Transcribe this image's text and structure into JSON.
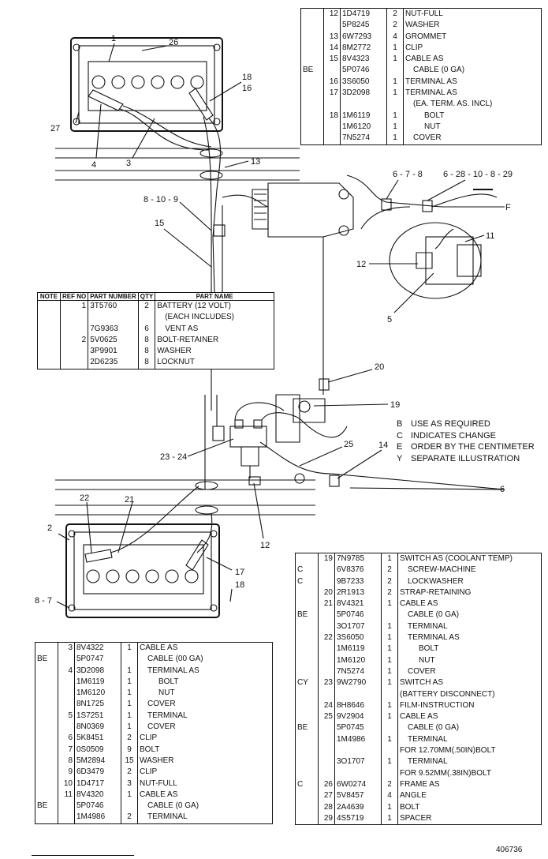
{
  "tables": {
    "header": {
      "note": "NOTE",
      "ref_no": "REF NO",
      "part_number": "PART NUMBER",
      "qty": "QTY",
      "part_name": "PART NAME"
    },
    "top_right": [
      {
        "note": "",
        "ref": "12",
        "part": "1D4719",
        "qty": "2",
        "name": "NUT-FULL",
        "indent": 0
      },
      {
        "note": "",
        "ref": "",
        "part": "5P8245",
        "qty": "2",
        "name": "WASHER",
        "indent": 0
      },
      {
        "note": "",
        "ref": "13",
        "part": "6W7293",
        "qty": "4",
        "name": "GROMMET",
        "indent": 0
      },
      {
        "note": "",
        "ref": "14",
        "part": "8M2772",
        "qty": "1",
        "name": "CLIP",
        "indent": 0
      },
      {
        "note": "",
        "ref": "15",
        "part": "8V4323",
        "qty": "1",
        "name": "CABLE AS",
        "indent": 0
      },
      {
        "note": "BE",
        "ref": "",
        "part": "5P0746",
        "qty": "",
        "name": "CABLE (0 GA)",
        "indent": 1
      },
      {
        "note": "",
        "ref": "16",
        "part": "3S6050",
        "qty": "1",
        "name": "TERMINAL AS",
        "indent": 0
      },
      {
        "note": "",
        "ref": "17",
        "part": "3D2098",
        "qty": "1",
        "name": "TERMINAL AS",
        "indent": 0
      },
      {
        "note": "",
        "ref": "",
        "part": "",
        "qty": "",
        "name": "(EA. TERM. AS. INCL)",
        "indent": 1
      },
      {
        "note": "",
        "ref": "18",
        "part": "1M6119",
        "qty": "1",
        "name": "BOLT",
        "indent": 2
      },
      {
        "note": "",
        "ref": "",
        "part": "1M6120",
        "qty": "1",
        "name": "NUT",
        "indent": 2
      },
      {
        "note": "",
        "ref": "",
        "part": "7N5274",
        "qty": "1",
        "name": "COVER",
        "indent": 1
      }
    ],
    "middle_left": [
      {
        "note": "",
        "ref": "1",
        "part": "3T5760",
        "qty": "2",
        "name": "BATTERY (12 VOLT)",
        "indent": 0
      },
      {
        "note": "",
        "ref": "",
        "part": "",
        "qty": "",
        "name": "(EACH INCLUDES)",
        "indent": 1
      },
      {
        "note": "",
        "ref": "",
        "part": "7G9363",
        "qty": "6",
        "name": "VENT AS",
        "indent": 1
      },
      {
        "note": "",
        "ref": "2",
        "part": "5V0625",
        "qty": "8",
        "name": "BOLT-RETAINER",
        "indent": 0
      },
      {
        "note": "",
        "ref": "",
        "part": "3P9901",
        "qty": "8",
        "name": "WASHER",
        "indent": 0
      },
      {
        "note": "",
        "ref": "",
        "part": "2D6235",
        "qty": "8",
        "name": "LOCKNUT",
        "indent": 0
      }
    ],
    "bottom_left": [
      {
        "note": "",
        "ref": "3",
        "part": "8V4322",
        "qty": "1",
        "name": "CABLE AS",
        "indent": 0
      },
      {
        "note": "BE",
        "ref": "",
        "part": "5P0747",
        "qty": "",
        "name": "CABLE (00 GA)",
        "indent": 1
      },
      {
        "note": "",
        "ref": "4",
        "part": "3D2098",
        "qty": "1",
        "name": "TERMINAL AS",
        "indent": 1
      },
      {
        "note": "",
        "ref": "",
        "part": "1M6119",
        "qty": "1",
        "name": "BOLT",
        "indent": 2
      },
      {
        "note": "",
        "ref": "",
        "part": "1M6120",
        "qty": "1",
        "name": "NUT",
        "indent": 2
      },
      {
        "note": "",
        "ref": "",
        "part": "8N1725",
        "qty": "1",
        "name": "COVER",
        "indent": 1
      },
      {
        "note": "",
        "ref": "5",
        "part": "1S7251",
        "qty": "1",
        "name": "TERMINAL",
        "indent": 1
      },
      {
        "note": "",
        "ref": "",
        "part": "8N0369",
        "qty": "1",
        "name": "COVER",
        "indent": 1
      },
      {
        "note": "",
        "ref": "6",
        "part": "5K8451",
        "qty": "2",
        "name": "CLIP",
        "indent": 0
      },
      {
        "note": "",
        "ref": "7",
        "part": "0S0509",
        "qty": "9",
        "name": "BOLT",
        "indent": 0
      },
      {
        "note": "",
        "ref": "8",
        "part": "5M2894",
        "qty": "15",
        "name": "WASHER",
        "indent": 0
      },
      {
        "note": "",
        "ref": "9",
        "part": "6D3479",
        "qty": "2",
        "name": "CLIP",
        "indent": 0
      },
      {
        "note": "",
        "ref": "10",
        "part": "1D4717",
        "qty": "3",
        "name": "NUT-FULL",
        "indent": 0
      },
      {
        "note": "",
        "ref": "11",
        "part": "8V4320",
        "qty": "1",
        "name": "CABLE AS",
        "indent": 0
      },
      {
        "note": "BE",
        "ref": "",
        "part": "5P0746",
        "qty": "",
        "name": "CABLE (0 GA)",
        "indent": 1
      },
      {
        "note": "",
        "ref": "",
        "part": "1M4986",
        "qty": "2",
        "name": "TERMINAL",
        "indent": 1
      }
    ],
    "bottom_right": [
      {
        "note": "",
        "ref": "19",
        "part": "7N9785",
        "qty": "1",
        "name": "SWITCH AS (COOLANT TEMP)",
        "indent": 0
      },
      {
        "note": "C",
        "ref": "",
        "part": "6V8376",
        "qty": "2",
        "name": "SCREW-MACHINE",
        "indent": 1
      },
      {
        "note": "C",
        "ref": "",
        "part": "9B7233",
        "qty": "2",
        "name": "LOCKWASHER",
        "indent": 1
      },
      {
        "note": "",
        "ref": "20",
        "part": "2R1913",
        "qty": "2",
        "name": "STRAP-RETAINING",
        "indent": 0
      },
      {
        "note": "",
        "ref": "21",
        "part": "8V4321",
        "qty": "1",
        "name": "CABLE AS",
        "indent": 0
      },
      {
        "note": "BE",
        "ref": "",
        "part": "5P0746",
        "qty": "",
        "name": "CABLE (0 GA)",
        "indent": 1
      },
      {
        "note": "",
        "ref": "",
        "part": "3O1707",
        "qty": "1",
        "name": "TERMINAL",
        "indent": 1
      },
      {
        "note": "",
        "ref": "22",
        "part": "3S6050",
        "qty": "1",
        "name": "TERMINAL AS",
        "indent": 1
      },
      {
        "note": "",
        "ref": "",
        "part": "1M6119",
        "qty": "1",
        "name": "BOLT",
        "indent": 2
      },
      {
        "note": "",
        "ref": "",
        "part": "1M6120",
        "qty": "1",
        "name": "NUT",
        "indent": 2
      },
      {
        "note": "",
        "ref": "",
        "part": "7N5274",
        "qty": "1",
        "name": "COVER",
        "indent": 1
      },
      {
        "note": "CY",
        "ref": "23",
        "part": "9W2790",
        "qty": "1",
        "name": "SWITCH AS",
        "indent": 0
      },
      {
        "note": "",
        "ref": "",
        "part": "",
        "qty": "",
        "name": "(BATTERY DISCONNECT)",
        "indent": 0
      },
      {
        "note": "",
        "ref": "24",
        "part": "8H8646",
        "qty": "1",
        "name": "FILM-INSTRUCTION",
        "indent": 0
      },
      {
        "note": "",
        "ref": "25",
        "part": "9V2904",
        "qty": "1",
        "name": "CABLE AS",
        "indent": 0
      },
      {
        "note": "BE",
        "ref": "",
        "part": "5P0745",
        "qty": "",
        "name": "CABLE (0 GA)",
        "indent": 1
      },
      {
        "note": "",
        "ref": "",
        "part": "1M4986",
        "qty": "1",
        "name": "TERMINAL",
        "indent": 1
      },
      {
        "note": "",
        "ref": "",
        "part": "",
        "qty": "",
        "name": "FOR 12.70MM(.50IN)BOLT",
        "indent": 0
      },
      {
        "note": "",
        "ref": "",
        "part": "3O1707",
        "qty": "1",
        "name": "TERMINAL",
        "indent": 1
      },
      {
        "note": "",
        "ref": "",
        "part": "",
        "qty": "",
        "name": "FOR 9.52MM(.38IN)BOLT",
        "indent": 0
      },
      {
        "note": "C",
        "ref": "26",
        "part": "6W0274",
        "qty": "2",
        "name": "FRAME AS",
        "indent": 0
      },
      {
        "note": "",
        "ref": "27",
        "part": "5V8457",
        "qty": "4",
        "name": "ANGLE",
        "indent": 0
      },
      {
        "note": "",
        "ref": "28",
        "part": "2A4639",
        "qty": "1",
        "name": "BOLT",
        "indent": 0
      },
      {
        "note": "",
        "ref": "29",
        "part": "4S5719",
        "qty": "1",
        "name": "SPACER",
        "indent": 0
      }
    ]
  },
  "legend": [
    {
      "key": "B",
      "text": "USE AS REQUIRED"
    },
    {
      "key": "C",
      "text": "INDICATES CHANGE"
    },
    {
      "key": "E",
      "text": "ORDER BY THE CENTIMETER"
    },
    {
      "key": "Y",
      "text": "SEPARATE ILLUSTRATION"
    }
  ],
  "callouts": {
    "c1": "1",
    "c26": "26",
    "c18a": "18",
    "c16": "16",
    "c27": "27",
    "c4": "4",
    "c3": "3",
    "c13": "13",
    "c8109": "8 - 10 - 9",
    "c15": "15",
    "c678": "6 - 7 - 8",
    "c6281089": "6 - 28 - 10 - 8 - 29",
    "cF": "F",
    "c11": "11",
    "c12a": "12",
    "c5": "5",
    "c20": "20",
    "c19": "19",
    "c14": "14",
    "c25": "25",
    "c2324": "23 - 24",
    "c6": "6",
    "c22": "22",
    "c21": "21",
    "c2": "2",
    "c17": "17",
    "c18b": "18",
    "c87": "8 - 7",
    "c12b": "12"
  },
  "figure_number": "406736"
}
